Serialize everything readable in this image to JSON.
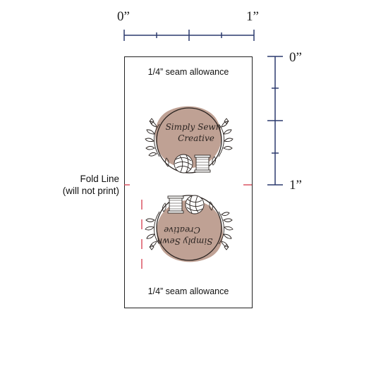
{
  "rulers": {
    "horizontal": {
      "start_label": "0”",
      "end_label": "1”"
    },
    "vertical": {
      "start_label": "0”",
      "end_label": "1”"
    }
  },
  "label": {
    "seam_top": "1/4” seam allowance",
    "seam_bottom": "1/4” seam allowance",
    "logo_text_line1": "Simply Sewn",
    "logo_text_line2": "Creative"
  },
  "fold": {
    "label_line1": "Fold Line",
    "label_line2": "(will not print)"
  },
  "colors": {
    "ruler": "#2c3a6e",
    "fold_marks": "#d63a4a",
    "logo_blob": "#bfa194",
    "line_art": "#2a2320"
  }
}
